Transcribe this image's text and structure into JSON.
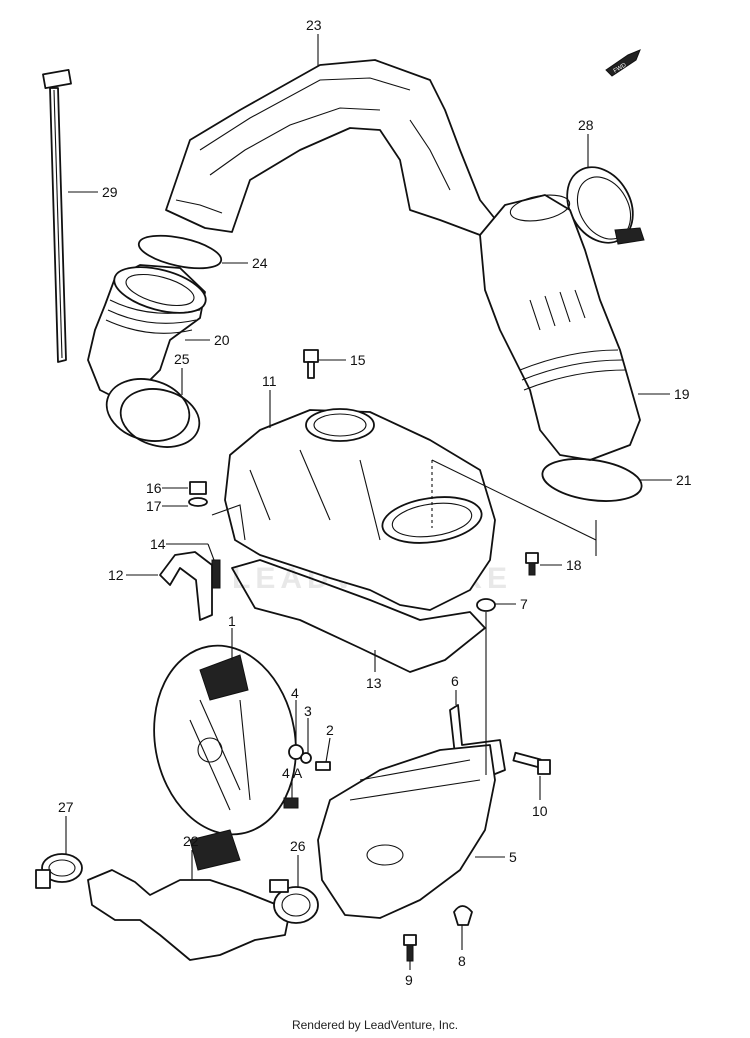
{
  "watermark": "LEADVENTURE",
  "footer": "Rendered by LeadVenture, Inc.",
  "front_marker": "FWD",
  "callouts": [
    "23",
    "29",
    "28",
    "24",
    "20",
    "15",
    "25",
    "11",
    "19",
    "16",
    "17",
    "21",
    "18",
    "14",
    "12",
    "7",
    "1",
    "13",
    "6",
    "4",
    "3",
    "2",
    "10",
    "4 A",
    "5",
    "27",
    "22",
    "26",
    "9",
    "8"
  ]
}
